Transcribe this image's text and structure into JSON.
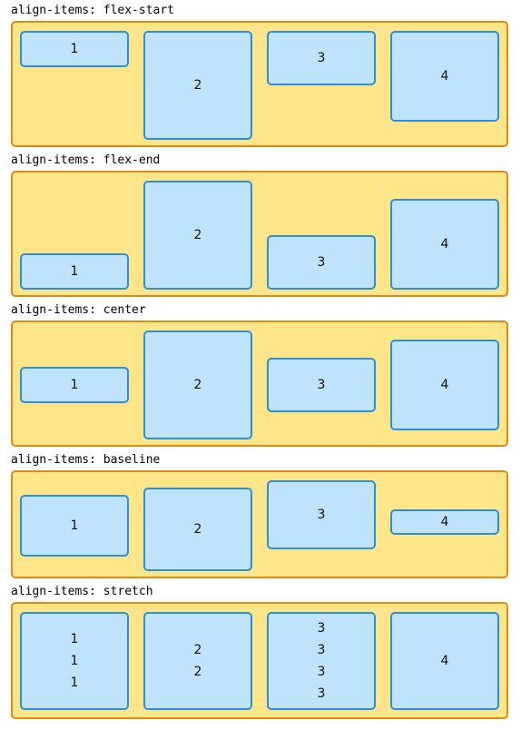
{
  "sections": [
    {
      "label": "align-items: flex-start",
      "boxes": [
        [
          "1"
        ],
        [
          "2"
        ],
        [
          "3"
        ],
        [
          "4"
        ]
      ]
    },
    {
      "label": "align-items: flex-end",
      "boxes": [
        [
          "1"
        ],
        [
          "2"
        ],
        [
          "3"
        ],
        [
          "4"
        ]
      ]
    },
    {
      "label": "align-items: center",
      "boxes": [
        [
          "1"
        ],
        [
          "2"
        ],
        [
          "3"
        ],
        [
          "4"
        ]
      ]
    },
    {
      "label": "align-items: baseline",
      "boxes": [
        [
          "1"
        ],
        [
          "2"
        ],
        [
          "3"
        ],
        [
          "4"
        ]
      ]
    },
    {
      "label": "align-items: stretch",
      "boxes": [
        [
          "1",
          "1",
          "1"
        ],
        [
          "2",
          "2"
        ],
        [
          "3",
          "3",
          "3",
          "3"
        ],
        [
          "4"
        ]
      ]
    }
  ],
  "colors": {
    "container_fill": "#fde68a",
    "container_border": "#e08a14",
    "box_fill": "#bfe3fb",
    "box_border": "#2f8fd4"
  }
}
